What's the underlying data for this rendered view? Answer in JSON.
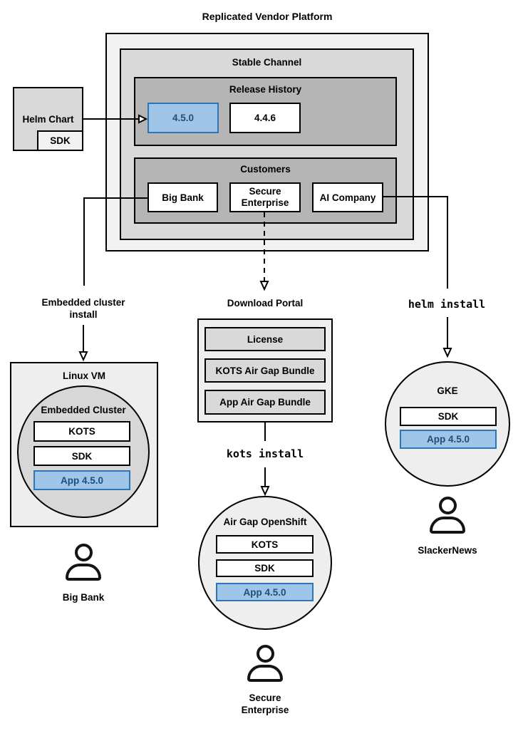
{
  "accent_colors": {
    "highlight_fill": "#9fc5e8",
    "highlight_border": "#2e75b6",
    "highlight_text": "#1f4e79"
  },
  "platform": {
    "title": "Replicated Vendor Platform",
    "stable_channel": {
      "title": "Stable Channel",
      "release_history": {
        "title": "Release History",
        "releases": [
          "4.5.0",
          "4.4.6"
        ]
      },
      "customers": {
        "title": "Customers",
        "names": [
          "Big Bank",
          "Secure Enterprise",
          "AI Company"
        ]
      }
    }
  },
  "helm_chart": {
    "label": "Helm Chart",
    "sdk": "SDK"
  },
  "left_flow": {
    "install_label": "Embedded cluster install",
    "vm_title": "Linux VM",
    "cluster_title": "Embedded Cluster",
    "components": [
      "KOTS",
      "SDK",
      "App 4.5.0"
    ],
    "user": "Big Bank"
  },
  "middle_flow": {
    "portal_title": "Download Portal",
    "portal_items": [
      "License",
      "KOTS Air Gap Bundle",
      "App Air Gap Bundle"
    ],
    "install_label": "kots install",
    "cluster_title": "Air Gap OpenShift",
    "components": [
      "KOTS",
      "SDK",
      "App 4.5.0"
    ],
    "user": "Secure Enterprise"
  },
  "right_flow": {
    "install_label": "helm install",
    "cluster_title": "GKE",
    "components": [
      "SDK",
      "App 4.5.0"
    ],
    "user": "SlackerNews"
  }
}
